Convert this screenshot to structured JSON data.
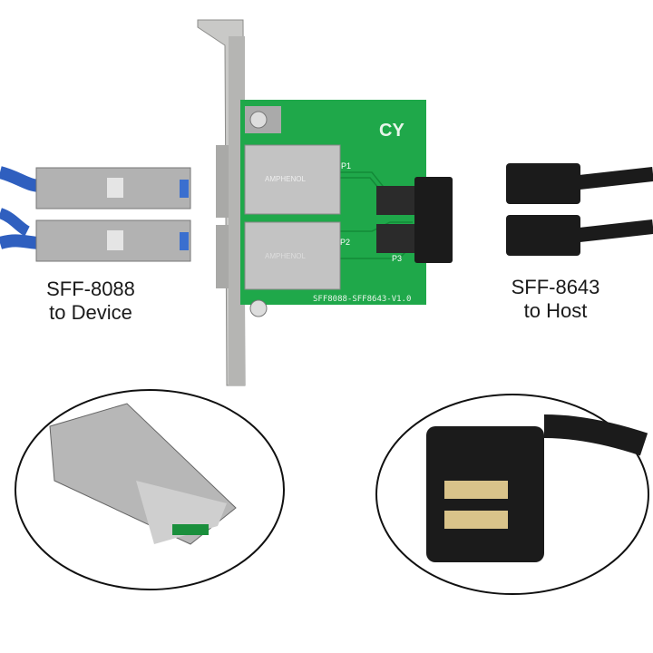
{
  "left_label": {
    "line1": "SFF-8088",
    "line2": "to Device"
  },
  "right_label": {
    "line1": "SFF-8643",
    "line2": "to Host"
  },
  "board": {
    "model": "SFF8088-SFF8643-V1.0",
    "port1": "P1",
    "port2": "P2",
    "port3": "P3",
    "logo": "CY",
    "connector_brand": "AMPHENOL"
  },
  "colors": {
    "pcb": "#1fa84a",
    "cable_blue": "#2f5fbf",
    "connector_black": "#1b1b1b",
    "metal": "#b9b9b9"
  }
}
